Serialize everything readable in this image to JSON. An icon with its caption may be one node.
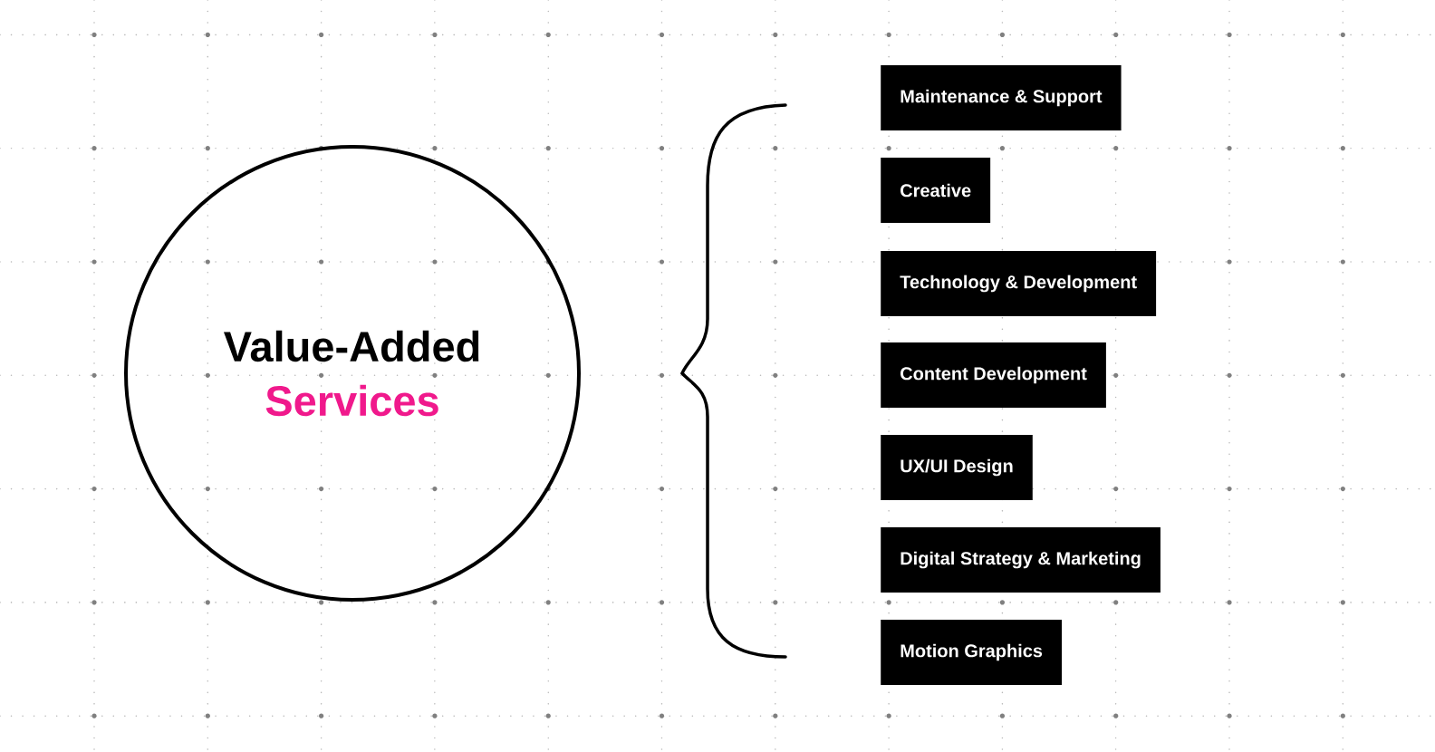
{
  "diagram": {
    "nodes": [
      {
        "text": [
          "Value-Added",
          "Services"
        ]
      },
      {
        "text": [
          "Maintenance & Support"
        ]
      },
      {
        "text": [
          "Creative"
        ]
      },
      {
        "text": [
          "Technology & Development"
        ]
      },
      {
        "text": [
          "Content Development"
        ]
      },
      {
        "text": [
          "UX/UI Design"
        ]
      },
      {
        "text": [
          "Digital Strategy & Marketing"
        ]
      },
      {
        "text": [
          "Motion Graphics"
        ]
      }
    ]
  }
}
